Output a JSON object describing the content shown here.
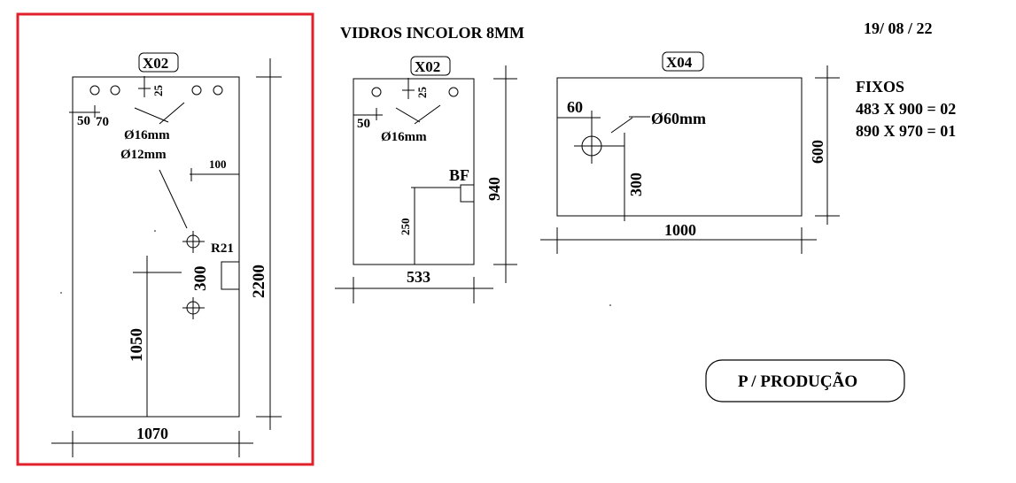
{
  "header": {
    "title": "VIDROS INCOLOR 8MM",
    "date": "19/ 08 / 22"
  },
  "colors": {
    "highlight_border": "#e0202a",
    "ink": "#000000"
  },
  "piece1": {
    "tag": "X02",
    "width": "1070",
    "height": "2200",
    "hole_offset_top": "25",
    "hole_offset_left_a": "50",
    "hole_offset_left_b": "70",
    "hole_dia_1": "Ø16mm",
    "hole_dia_2": "Ø12mm",
    "side_offset": "100",
    "radius": "R21",
    "hole_spacing": "300",
    "bottom_offset": "1050"
  },
  "piece2": {
    "tag": "X02",
    "width": "533",
    "height": "940",
    "hole_offset_top": "25",
    "hole_offset_left": "50",
    "hole_dia": "Ø16mm",
    "notch_label": "BF",
    "notch_offset": "250"
  },
  "piece3": {
    "tag": "X04",
    "width": "1000",
    "height": "600",
    "hole_offset_left": "60",
    "hole_dia": "Ø60mm",
    "hole_offset_bottom": "300"
  },
  "fixos": {
    "title": "FIXOS",
    "lines": [
      "483 X 900 = 02",
      "890 X 970 = 01"
    ]
  },
  "production_label": "P / PRODUÇÃO"
}
